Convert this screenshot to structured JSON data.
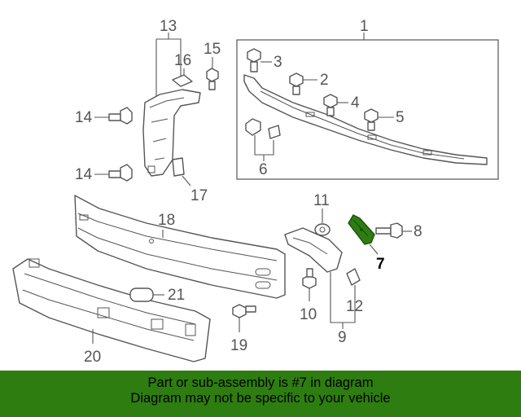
{
  "diagram": {
    "callouts": [
      {
        "id": "1",
        "label": "1"
      },
      {
        "id": "2",
        "label": "2"
      },
      {
        "id": "3",
        "label": "3"
      },
      {
        "id": "4",
        "label": "4"
      },
      {
        "id": "5",
        "label": "5"
      },
      {
        "id": "6",
        "label": "6"
      },
      {
        "id": "7",
        "label": "7"
      },
      {
        "id": "8",
        "label": "8"
      },
      {
        "id": "9",
        "label": "9"
      },
      {
        "id": "10",
        "label": "10"
      },
      {
        "id": "11",
        "label": "11"
      },
      {
        "id": "12",
        "label": "12"
      },
      {
        "id": "13",
        "label": "13"
      },
      {
        "id": "14a",
        "label": "14"
      },
      {
        "id": "14b",
        "label": "14"
      },
      {
        "id": "15",
        "label": "15"
      },
      {
        "id": "16",
        "label": "16"
      },
      {
        "id": "17",
        "label": "17"
      },
      {
        "id": "18",
        "label": "18"
      },
      {
        "id": "19",
        "label": "19"
      },
      {
        "id": "20",
        "label": "20"
      },
      {
        "id": "21",
        "label": "21"
      }
    ],
    "highlight_part": "7",
    "highlight_color": "#2e7d10"
  },
  "banner": {
    "line1": "Part or sub-assembly is #7 in diagram",
    "line2": "Diagram may not be specific to your vehicle",
    "background": "#2e7d10"
  }
}
